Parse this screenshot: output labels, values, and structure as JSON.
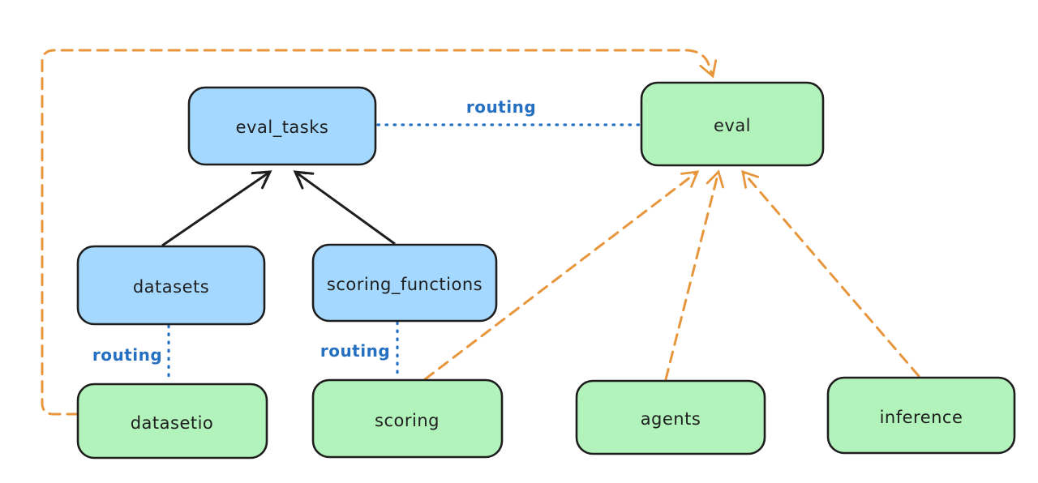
{
  "diagram": {
    "background": "#ffffff",
    "colors": {
      "api_node_fill": "#a5d8ff",
      "provider_node_fill": "#b2f2bb",
      "node_border": "#1e1e1e",
      "routing_label_blue": "#2670c2",
      "solid_arrow_black": "#1e1e1e",
      "dashed_arrow_orange": "#e8963c"
    },
    "nodes": [
      {
        "id": "eval_tasks",
        "label": "eval_tasks",
        "kind": "api"
      },
      {
        "id": "eval",
        "label": "eval",
        "kind": "provider"
      },
      {
        "id": "datasets",
        "label": "datasets",
        "kind": "api"
      },
      {
        "id": "scoring_functions",
        "label": "scoring_functions",
        "kind": "api"
      },
      {
        "id": "datasetio",
        "label": "datasetio",
        "kind": "provider"
      },
      {
        "id": "scoring",
        "label": "scoring",
        "kind": "provider"
      },
      {
        "id": "agents",
        "label": "agents",
        "kind": "provider"
      },
      {
        "id": "inference",
        "label": "inference",
        "kind": "provider"
      }
    ],
    "edges": [
      {
        "from": "datasets",
        "to": "eval_tasks",
        "style": "solid-arrow"
      },
      {
        "from": "scoring_functions",
        "to": "eval_tasks",
        "style": "solid-arrow"
      },
      {
        "from": "eval_tasks",
        "to": "eval",
        "style": "dotted",
        "label": "routing"
      },
      {
        "from": "datasets",
        "to": "datasetio",
        "style": "dotted",
        "label": "routing"
      },
      {
        "from": "scoring_functions",
        "to": "scoring",
        "style": "dotted",
        "label": "routing"
      },
      {
        "from": "datasetio",
        "to": "eval",
        "style": "dashed-arrow"
      },
      {
        "from": "scoring",
        "to": "eval",
        "style": "dashed-arrow"
      },
      {
        "from": "agents",
        "to": "eval",
        "style": "dashed-arrow"
      },
      {
        "from": "inference",
        "to": "eval",
        "style": "dashed-arrow"
      }
    ]
  }
}
